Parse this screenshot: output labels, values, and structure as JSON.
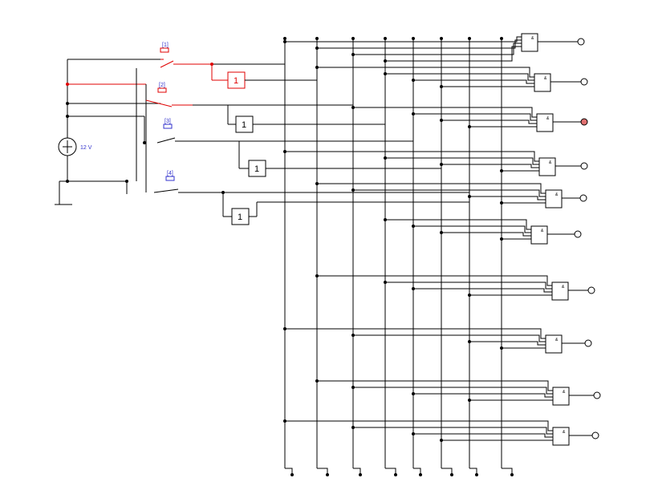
{
  "circuit": {
    "source": {
      "label": "12 V"
    },
    "switches": [
      {
        "label": "[1]",
        "active": true
      },
      {
        "label": "[2]",
        "active": true
      },
      {
        "label": "[3]",
        "active": false
      },
      {
        "label": "[4]",
        "active": false
      }
    ],
    "inverters": [
      {
        "label": "1",
        "active": true
      },
      {
        "label": "1",
        "active": false
      },
      {
        "label": "1",
        "active": false
      },
      {
        "label": "1",
        "active": false
      }
    ],
    "and_gate_symbol": "&",
    "outputs": [
      {
        "lit": false
      },
      {
        "lit": false
      },
      {
        "lit": true
      },
      {
        "lit": false
      },
      {
        "lit": false
      },
      {
        "lit": false
      },
      {
        "lit": false
      },
      {
        "lit": false
      },
      {
        "lit": false
      },
      {
        "lit": false
      }
    ],
    "colors": {
      "wire": "#000000",
      "active": "#e00000",
      "label": "#3333cc",
      "lamp_on": "#e07070"
    }
  }
}
